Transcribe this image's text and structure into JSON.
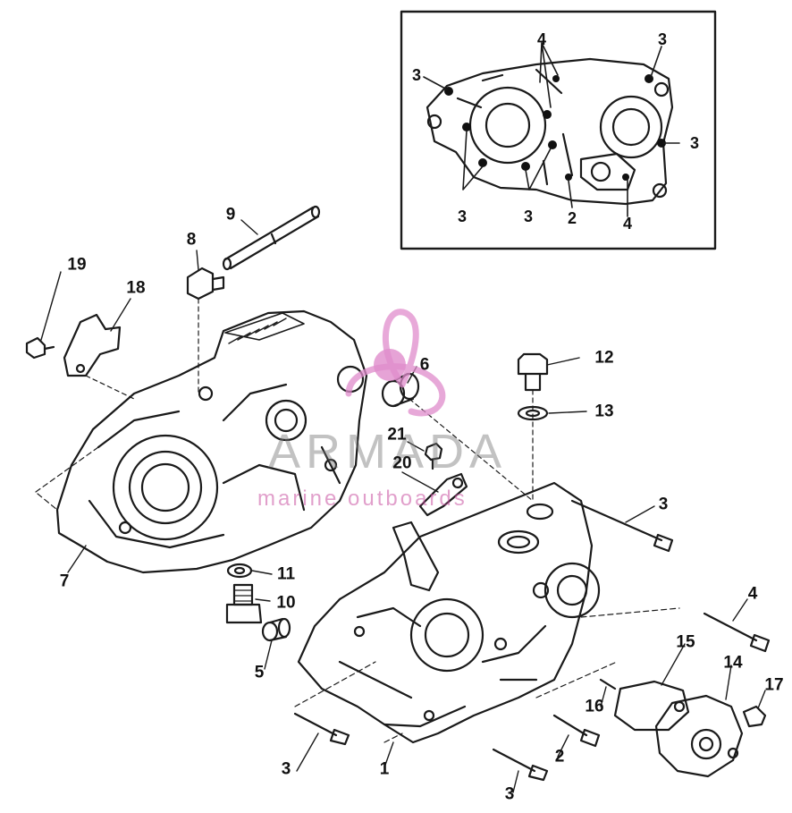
{
  "inset": {
    "labels": [
      "4",
      "3",
      "3",
      "3",
      "3",
      "3",
      "2",
      "4"
    ]
  },
  "callouts": [
    "9",
    "8",
    "19",
    "18",
    "6",
    "12",
    "13",
    "21",
    "20",
    "3",
    "7",
    "11",
    "10",
    "5",
    "4",
    "15",
    "14",
    "17",
    "16",
    "3",
    "2",
    "1",
    "3"
  ],
  "watermark": {
    "brand": "ARMADA",
    "tagline": "marine outboards",
    "colors": {
      "brand": "#8a8a8a",
      "accent": "#d060b0"
    }
  },
  "colors": {
    "line": "#1a1a1a",
    "background": "#ffffff"
  }
}
